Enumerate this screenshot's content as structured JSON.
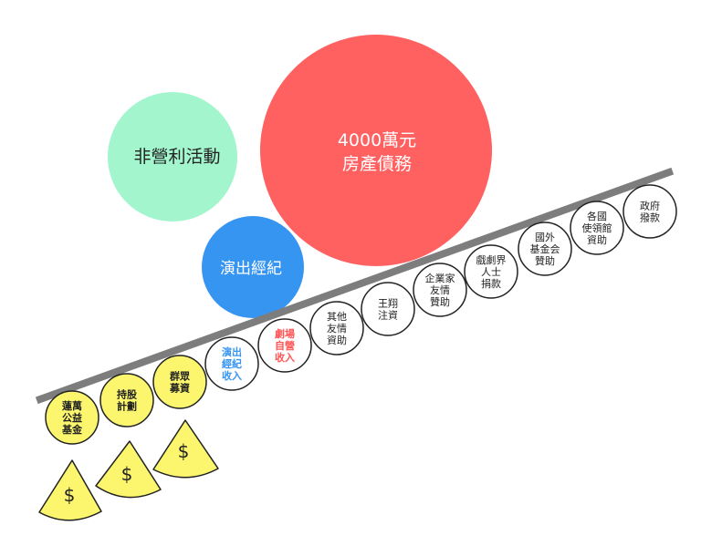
{
  "colors": {
    "mint": "#a2f5cc",
    "red": "#ff6161",
    "blue": "#3795f2",
    "yellow": "#fbf66e",
    "beam": "#7d7d7d",
    "outline": "#222222",
    "blue_text": "#3795f2",
    "red_text": "#ff5555"
  },
  "big_bubbles": {
    "nonprofit": {
      "label": "非營利活動"
    },
    "debt": {
      "line1": "4000萬元",
      "line2": "房產債務"
    },
    "agency": {
      "label": "演出經紀"
    }
  },
  "seesaw_circles": [
    {
      "lines": [
        "蓮萬",
        "公益",
        "基金"
      ],
      "color": "yellow",
      "text_color": "dark",
      "bold": true
    },
    {
      "lines": [
        "持股",
        "計劃"
      ],
      "color": "yellow",
      "text_color": "dark",
      "bold": true
    },
    {
      "lines": [
        "群眾",
        "募資"
      ],
      "color": "yellow",
      "text_color": "dark",
      "bold": true
    },
    {
      "lines": [
        "演出",
        "經紀",
        "收入"
      ],
      "color": "white",
      "text_color": "blue",
      "bold": true
    },
    {
      "lines": [
        "劇場",
        "自營",
        "收入"
      ],
      "color": "white",
      "text_color": "red",
      "bold": true
    },
    {
      "lines": [
        "其他",
        "友情",
        "資助"
      ],
      "color": "white",
      "text_color": "dark",
      "bold": false
    },
    {
      "lines": [
        "王翔",
        "注資"
      ],
      "color": "white",
      "text_color": "dark",
      "bold": false
    },
    {
      "lines": [
        "企業家",
        "友情",
        "贊助"
      ],
      "color": "white",
      "text_color": "dark",
      "bold": false
    },
    {
      "lines": [
        "戲劇界",
        "人士",
        "捐款"
      ],
      "color": "white",
      "text_color": "dark",
      "bold": false
    },
    {
      "lines": [
        "國外",
        "基金会",
        "贊助"
      ],
      "color": "white",
      "text_color": "dark",
      "bold": false
    },
    {
      "lines": [
        "各國",
        "使領館",
        "資助"
      ],
      "color": "white",
      "text_color": "dark",
      "bold": false
    },
    {
      "lines": [
        "政府",
        "撥款"
      ],
      "color": "white",
      "text_color": "dark",
      "bold": false
    }
  ],
  "money_cones": [
    {
      "symbol": "$"
    },
    {
      "symbol": "$"
    },
    {
      "symbol": "$"
    }
  ]
}
